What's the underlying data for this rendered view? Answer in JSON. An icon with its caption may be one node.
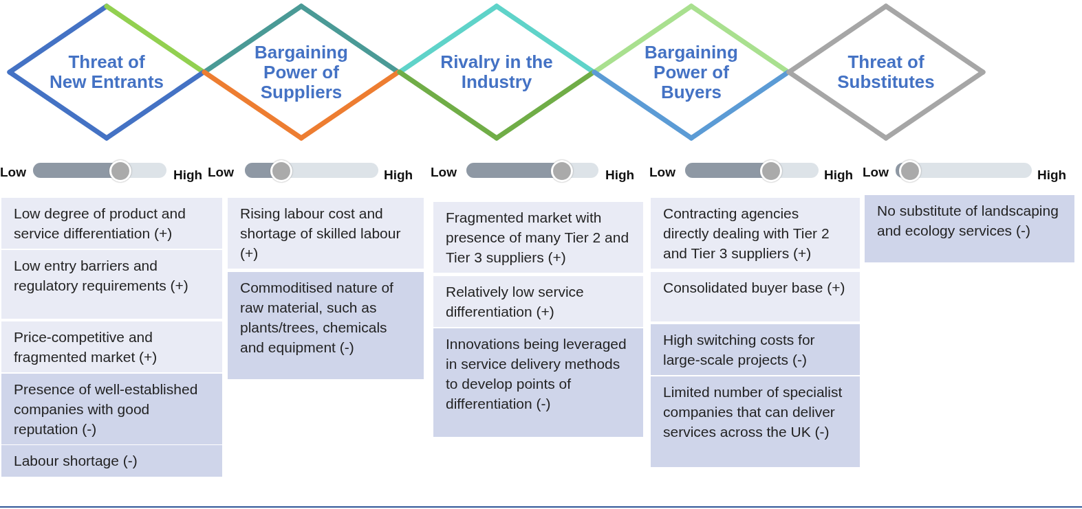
{
  "diagram": {
    "nodes": [
      {
        "text": [
          "Threat of New Entrants"
        ]
      },
      {
        "text": [
          "Bargaining Power of Suppliers"
        ]
      },
      {
        "text": [
          "Rivalry in the Industry"
        ]
      },
      {
        "text": [
          "Bargaining Power of Buyers"
        ]
      },
      {
        "text": [
          "Threat of Substitutes"
        ]
      },
      {
        "text": [
          "Low degree of product and service differentiation (+)"
        ]
      },
      {
        "text": [
          "Low entry barriers and regulatory requirements (+)"
        ]
      },
      {
        "text": [
          "Price-competitive and fragmented market (+)"
        ]
      },
      {
        "text": [
          "Presence of well-established companies with good reputation (-)"
        ]
      },
      {
        "text": [
          "Labour shortage (-)"
        ]
      },
      {
        "text": [
          "Rising labour cost and shortage of skilled labour (+)"
        ]
      },
      {
        "text": [
          "Commoditised nature of raw material, such as plants/trees, chemicals and equipment (-)"
        ]
      },
      {
        "text": [
          "Fragmented market with presence of many Tier 2 and Tier 3 suppliers (+)"
        ]
      },
      {
        "text": [
          "Relatively low service differentiation (+)"
        ]
      },
      {
        "text": [
          "Innovations being leveraged in service delivery methods to develop points of differentiation (-)"
        ]
      },
      {
        "text": [
          "Contracting agencies directly dealing with Tier 2 and Tier 3 suppliers (+)"
        ]
      },
      {
        "text": [
          "Consolidated buyer base (+)"
        ]
      },
      {
        "text": [
          "High switching costs for large-scale projects (-)"
        ]
      },
      {
        "text": [
          "Limited number of specialist companies that can deliver services across the UK (-)"
        ]
      },
      {
        "text": [
          "No substitute of landscaping and ecology services (-)"
        ]
      }
    ],
    "labels": [
      "Low",
      "High",
      "Low",
      "High",
      "Low",
      "High",
      "Low",
      "High",
      "Low",
      "High"
    ]
  }
}
